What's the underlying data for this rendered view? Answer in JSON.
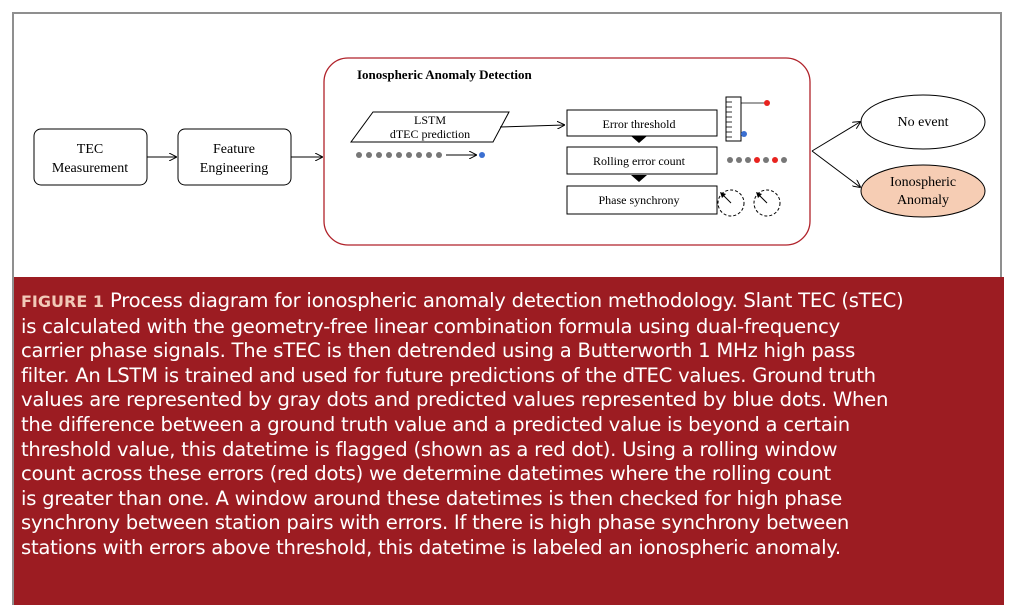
{
  "diagram": {
    "tec_measurement": [
      "TEC",
      "Measurement"
    ],
    "feature_engineering": [
      "Feature",
      "Engineering"
    ],
    "detection_title": "Ionospheric Anomaly Detection",
    "lstm_prediction": [
      "LSTM",
      "dTEC prediction"
    ],
    "error_threshold": "Error threshold",
    "rolling_error_count": "Rolling error count",
    "phase_synchrony": "Phase synchrony",
    "no_event": "No event",
    "ionospheric_anomaly": [
      "Ionospheric",
      "Anomaly"
    ],
    "colors": {
      "ground_truth_dot": "#777777",
      "predicted_dot": "#3b6fd1",
      "error_dot": "#e8231f",
      "container_border": "#b0222a",
      "anomaly_fill": "#f6cdb4"
    }
  },
  "caption": {
    "label": "FIGURE 1",
    "text": "Process diagram for ionospheric anomaly detection methodology. Slant TEC (sTEC)\nis calculated with the geometry-free linear combination formula using dual-frequency\ncarrier phase signals. The sTEC is then detrended using a Butterworth 1 MHz high pass\nfilter. An LSTM is trained and used for future predictions of the dTEC values. Ground truth\nvalues are represented by gray dots and predicted values represented by blue dots. When\nthe difference between a ground truth value and a predicted value is beyond a certain\nthreshold value, this datetime is flagged (shown as a red dot). Using a rolling window\ncount across these errors (red dots) we determine datetimes where the rolling count\nis greater than one. A window around these datetimes is then checked for high phase\nsynchrony between station pairs with errors. If there is high phase synchrony between\nstations with errors above threshold, this datetime is labeled an ionospheric anomaly."
  }
}
